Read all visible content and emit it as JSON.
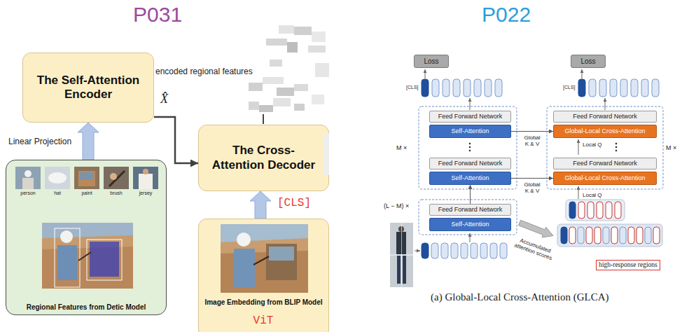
{
  "diagram": {
    "caption": "(a) Global-Local Cross-Attention (GLCA)",
    "nodes": [
      {
        "text": [
          "The Self-Attention Encoder"
        ]
      },
      {
        "text": [
          "Regional Features from Detic Model"
        ]
      },
      {
        "text": [
          "The Cross-Attention Decoder"
        ]
      },
      {
        "text": [
          "Image Embedding from BLIP Model"
        ]
      },
      {
        "text": [
          "Loss"
        ]
      },
      {
        "text": [
          "Loss"
        ]
      },
      {
        "text": [
          "Feed Forward Network"
        ]
      },
      {
        "text": [
          "Self-Attention"
        ]
      },
      {
        "text": [
          "Feed Forward Network"
        ]
      },
      {
        "text": [
          "Self-Attention"
        ]
      },
      {
        "text": [
          "Feed Forward Network"
        ]
      },
      {
        "text": [
          "Self-Attention"
        ]
      },
      {
        "text": [
          "Feed Forward Network"
        ]
      },
      {
        "text": [
          "Global-Local Cross-Attention"
        ]
      },
      {
        "text": [
          "Feed Forward Network"
        ]
      },
      {
        "text": [
          "Global-Local Cross-Attention"
        ]
      },
      {
        "text": [
          "high-response regions"
        ]
      }
    ],
    "edges": [
      {
        "from": 1,
        "to": 0,
        "arrow": "to",
        "label": "Linear Projection"
      },
      {
        "from": 0,
        "to": 2,
        "arrow": "to",
        "label": "X̂"
      },
      {
        "from": 3,
        "to": 2,
        "arrow": "to",
        "label": "[CLS]"
      },
      {
        "from": 10,
        "to": 9,
        "arrow": "to"
      },
      {
        "from": 7,
        "to": 13,
        "arrow": "to",
        "label": "Global K & V"
      },
      {
        "from": 9,
        "to": 15,
        "arrow": "to",
        "label": "Global K & V"
      }
    ],
    "labels": [
      "P031",
      "P022",
      "encoded regional features",
      "person",
      "hat",
      "paint",
      "brush",
      "jersey",
      "ViT",
      "[CLS]",
      "[CLS]",
      "M ×",
      "M ×",
      "(L − M) ×",
      "Local Q",
      "Local Q",
      "Accumulated attention scores"
    ]
  }
}
